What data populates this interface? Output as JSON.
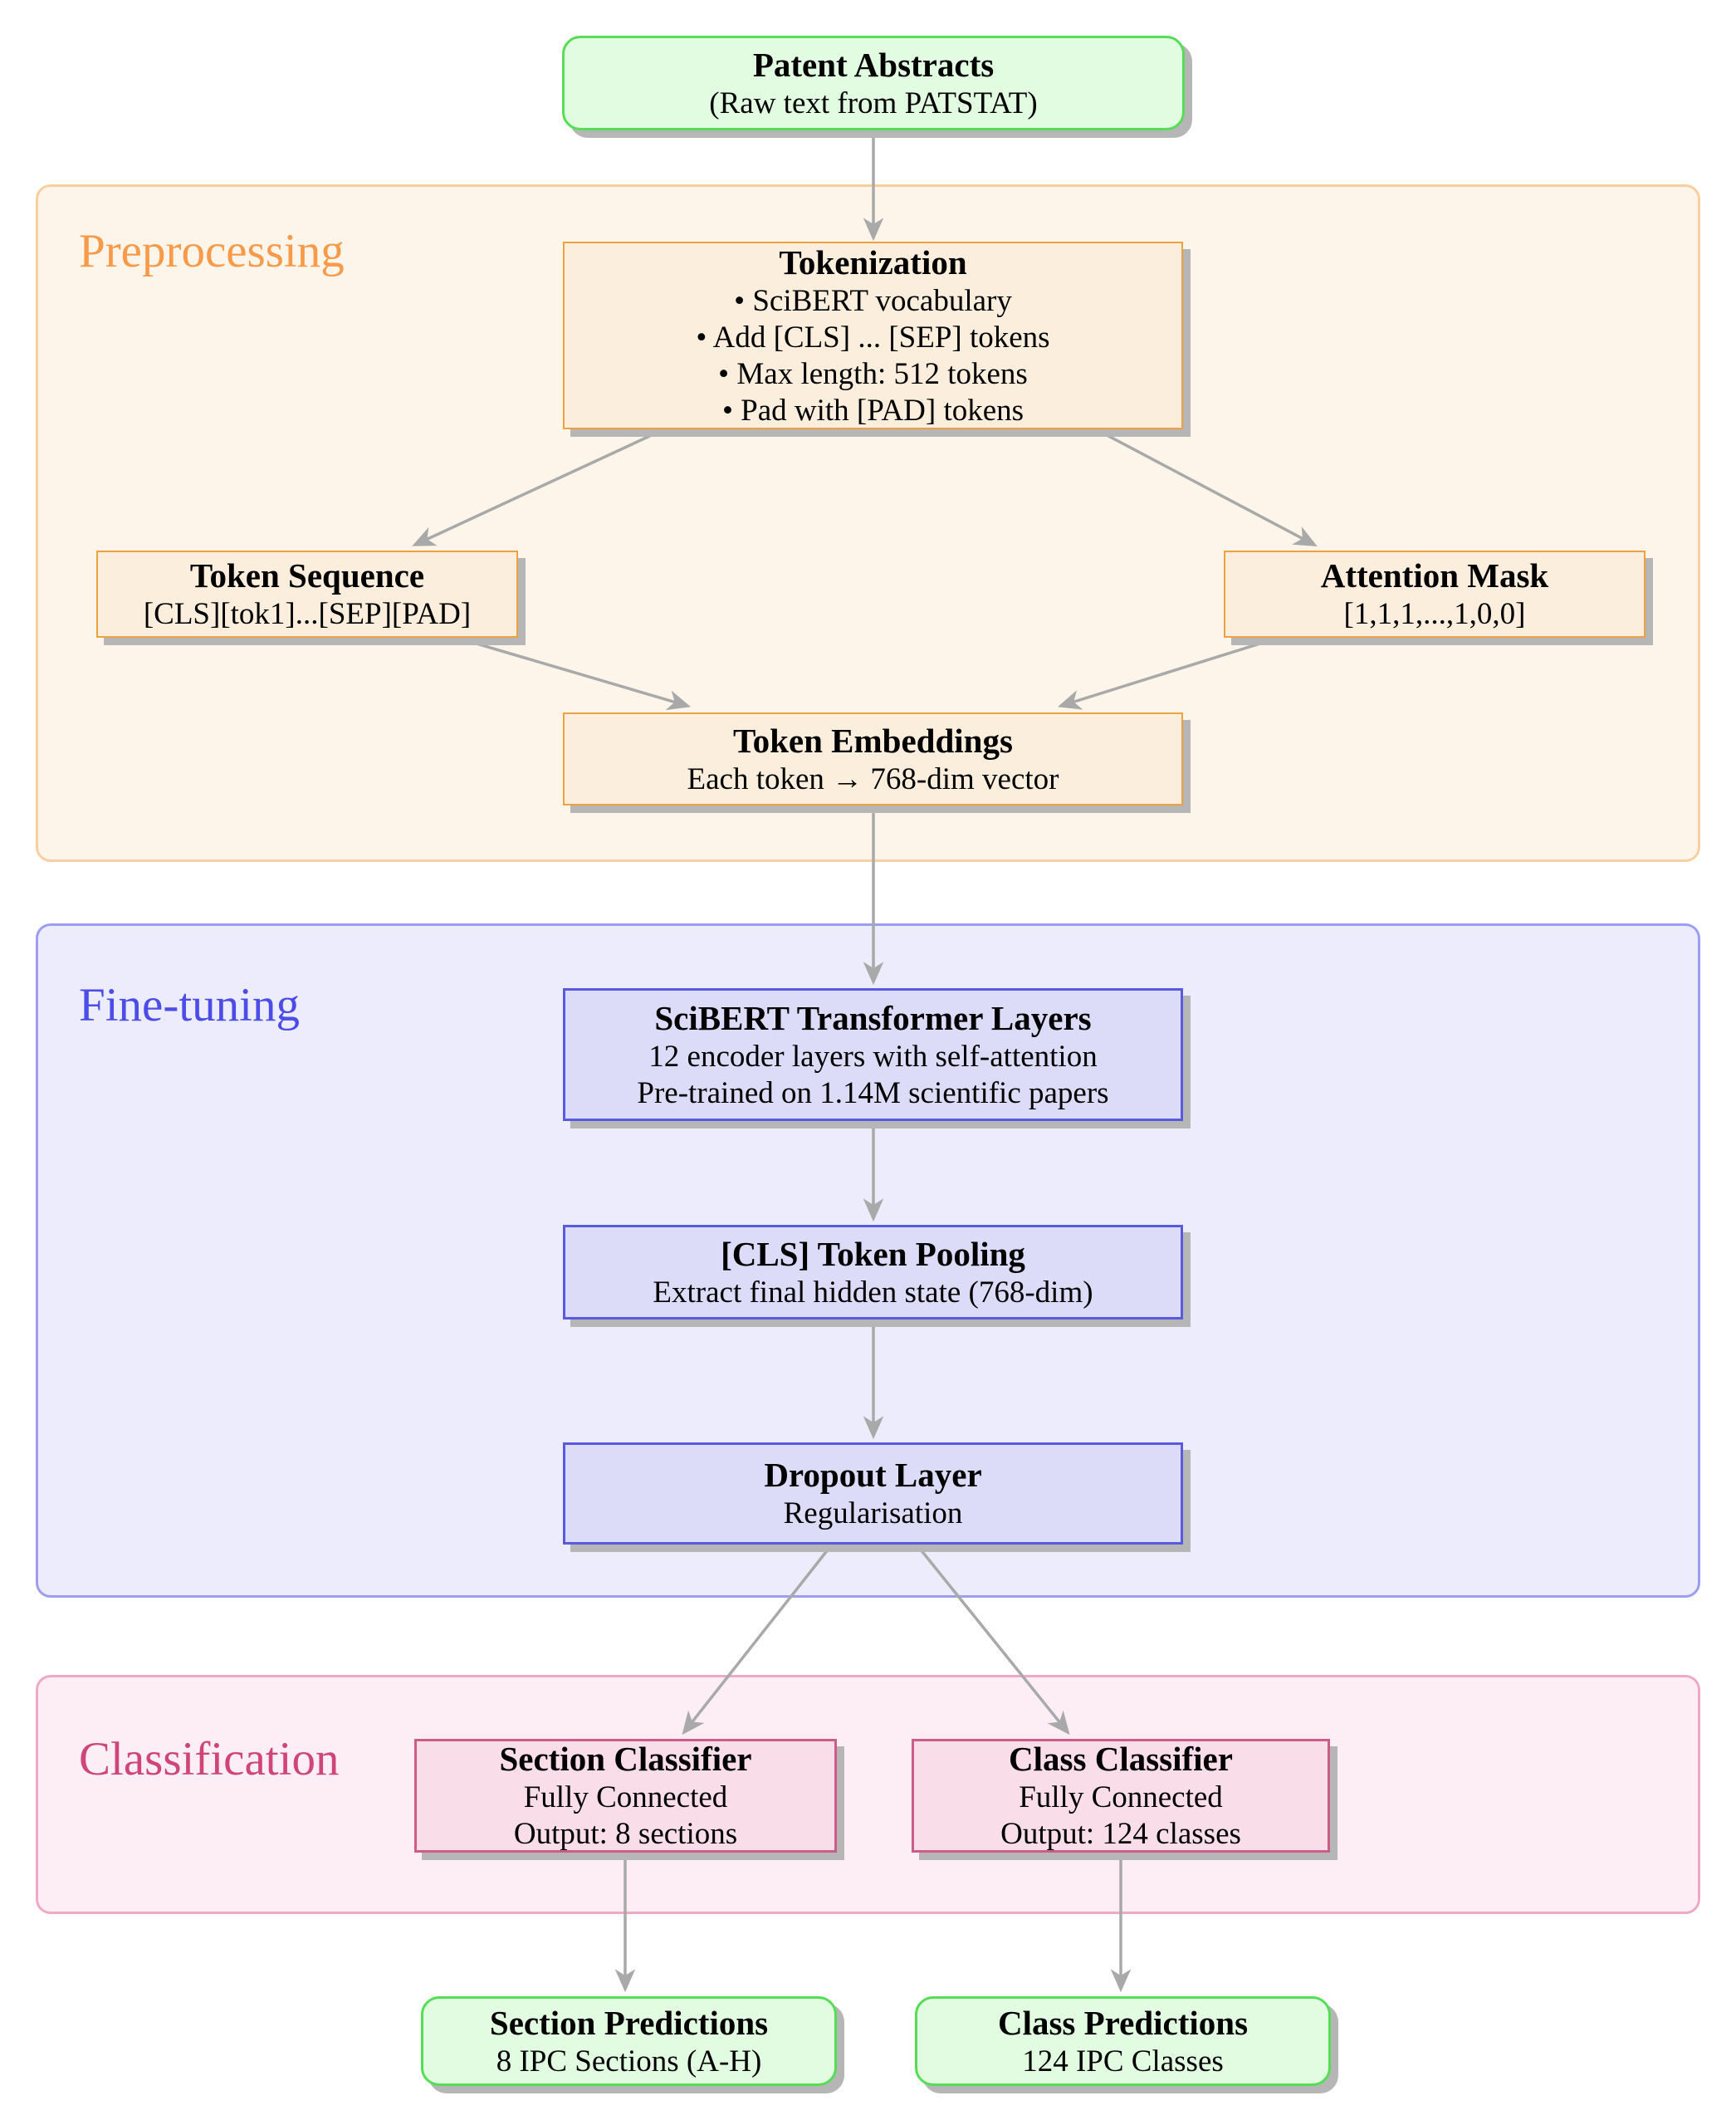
{
  "sections": {
    "preprocessing": {
      "label": "Preprocessing"
    },
    "fine_tuning": {
      "label": "Fine-tuning"
    },
    "classification": {
      "label": "Classification"
    }
  },
  "nodes": {
    "patent_abstracts": {
      "title": "Patent Abstracts",
      "subtitle": "(Raw text from PATSTAT)"
    },
    "tokenization": {
      "title": "Tokenization",
      "bullets": [
        "SciBERT vocabulary",
        "Add [CLS] ... [SEP] tokens",
        "Max length: 512 tokens",
        "Pad with [PAD] tokens"
      ]
    },
    "token_sequence": {
      "title": "Token Sequence",
      "subtitle": "[CLS][tok1]...[SEP][PAD]"
    },
    "attention_mask": {
      "title": "Attention Mask",
      "subtitle": "[1,1,1,...,1,0,0]"
    },
    "token_embeddings": {
      "title": "Token Embeddings",
      "subtitle": "Each token → 768-dim vector"
    },
    "scibert_layers": {
      "title": "SciBERT Transformer Layers",
      "lines": [
        "12 encoder layers with self-attention",
        "Pre-trained on 1.14M scientific papers"
      ]
    },
    "cls_pooling": {
      "title": "[CLS] Token Pooling",
      "subtitle": "Extract final hidden state (768-dim)"
    },
    "dropout": {
      "title": "Dropout Layer",
      "subtitle": "Regularisation"
    },
    "section_classifier": {
      "title": "Section Classifier",
      "lines": [
        "Fully Connected",
        "Output: 8 sections"
      ]
    },
    "class_classifier": {
      "title": "Class Classifier",
      "lines": [
        "Fully Connected",
        "Output: 124 classes"
      ]
    },
    "section_predictions": {
      "title": "Section Predictions",
      "subtitle": "8 IPC Sections (A-H)"
    },
    "class_predictions": {
      "title": "Class Predictions",
      "subtitle": "124 IPC Classes"
    }
  },
  "colors": {
    "arrow_gray": "#a9a9a9",
    "shadow_gray": "#b6b6b6",
    "green_fill": "#e2fce2",
    "green_border": "#55dd55",
    "preprocess_fill": "#fdf4ea",
    "preprocess_border": "#f8cf9e",
    "preprocess_label": "#f79a49",
    "orange_box_fill": "#fceedd",
    "orange_box_border": "#eda23f",
    "finetune_fill": "#ececfc",
    "finetune_border": "#9d9df1",
    "finetune_label": "#4c4ce8",
    "blue_box_fill": "#dcdcf9",
    "blue_box_border": "#5a5ae0",
    "classify_fill": "#fceef4",
    "classify_border": "#eeaac5",
    "classify_label": "#d04579",
    "pink_box_fill": "#f9dde9",
    "pink_box_border": "#cb5d88"
  }
}
